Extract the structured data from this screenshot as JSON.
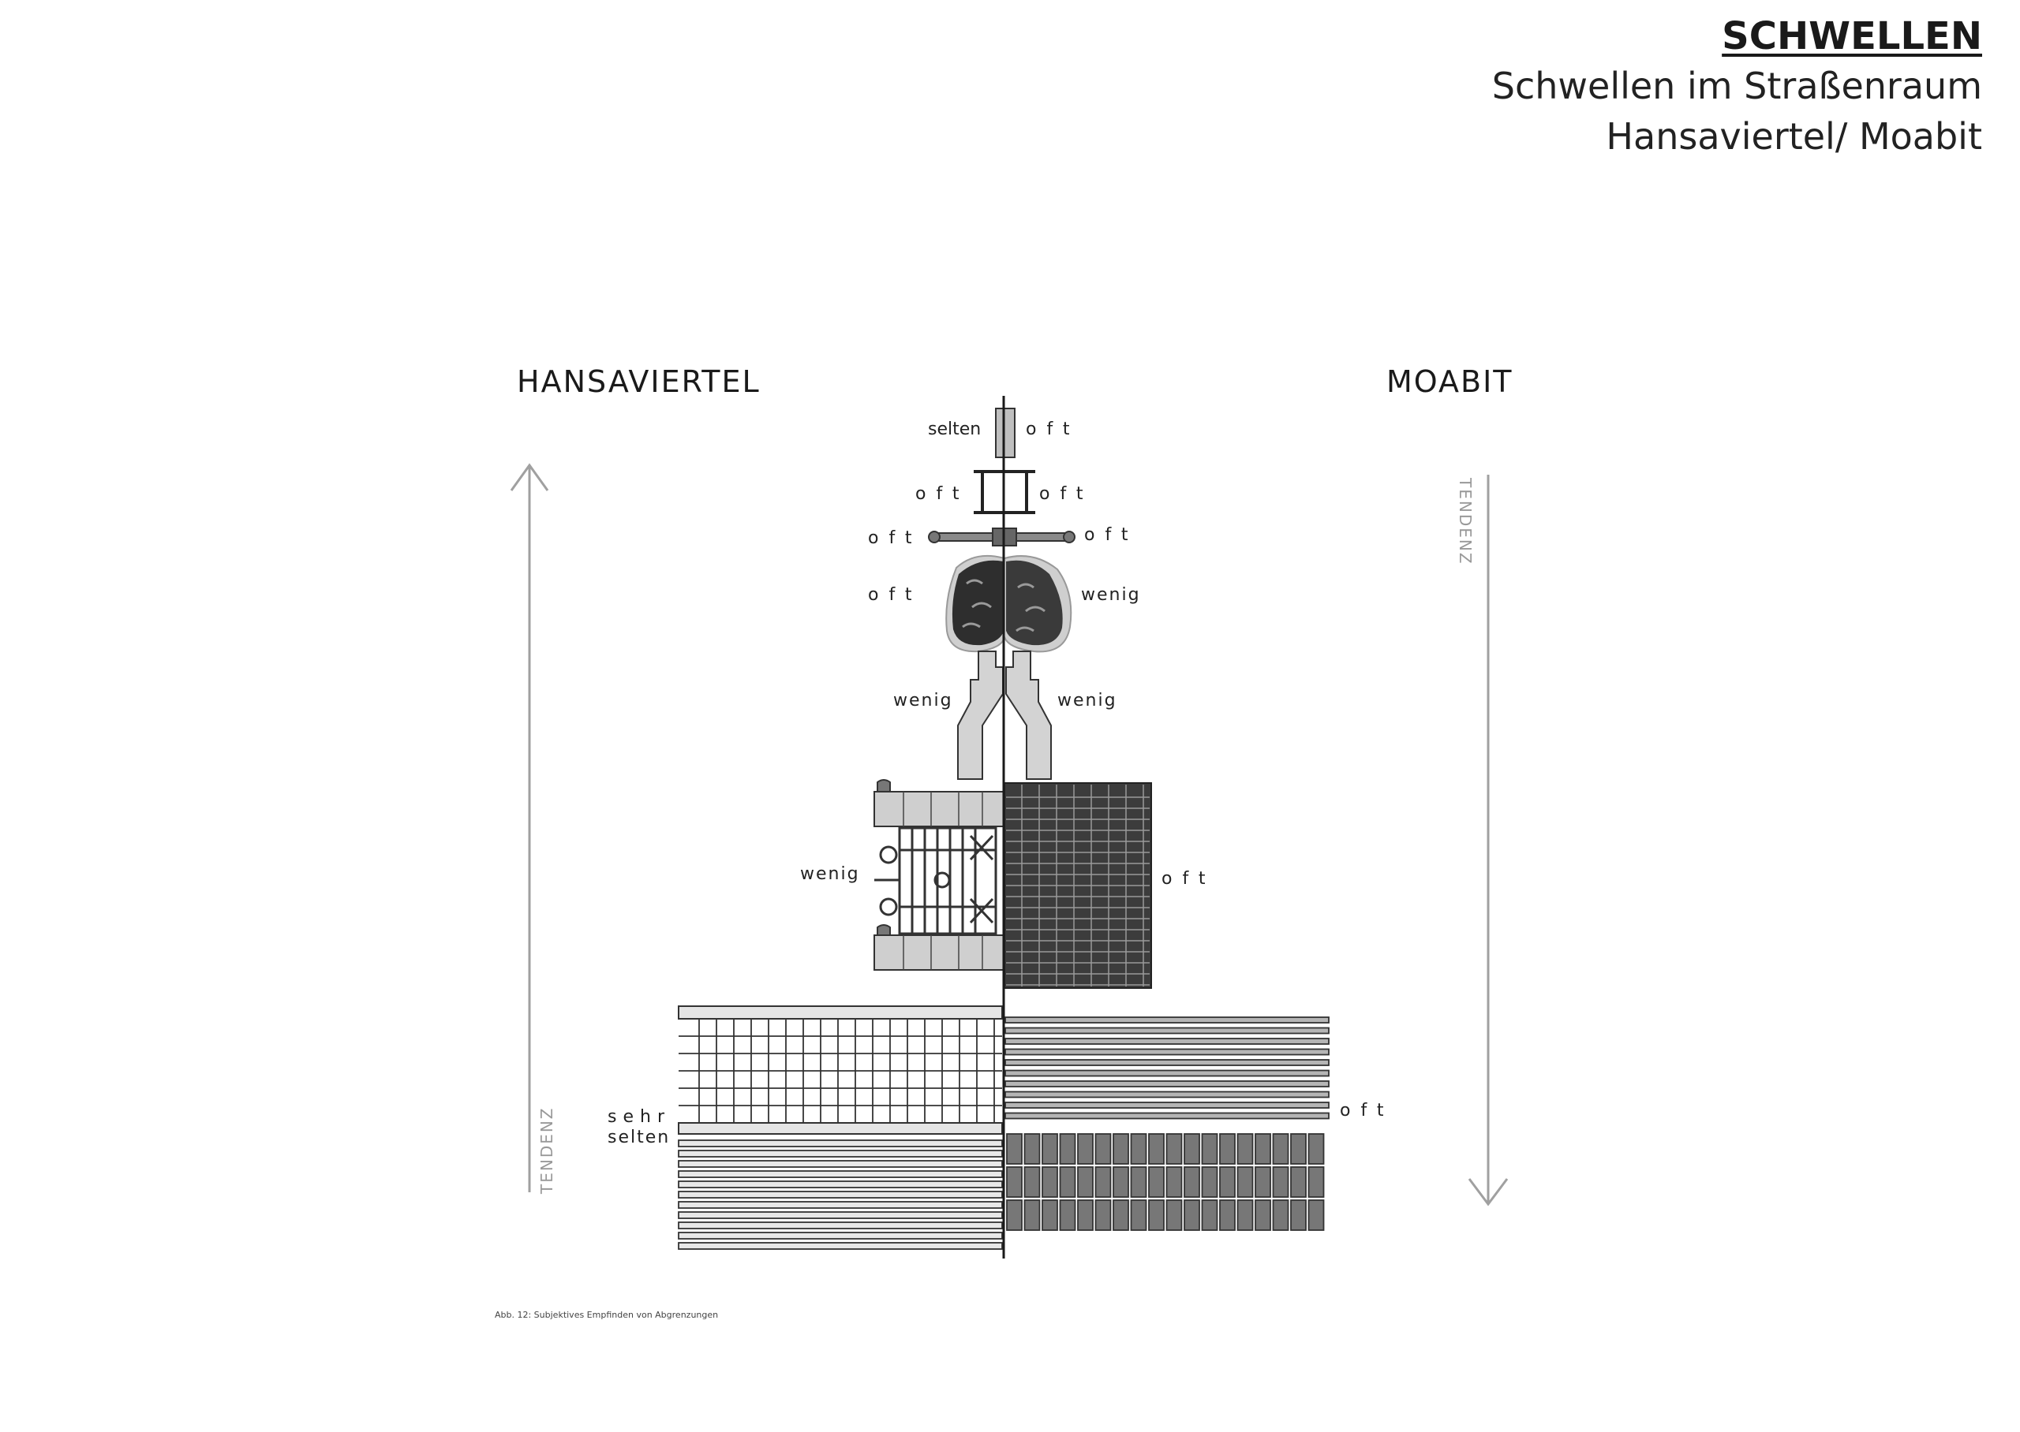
{
  "header": {
    "title": "SCHWELLEN",
    "subtitle": "Schwellen im Straßenraum",
    "location": "Hansaviertel/ Moabit"
  },
  "sides": {
    "left": "HANSAVIERTEL",
    "right": "MOABIT"
  },
  "axis_label": "TENDENZ",
  "rows": {
    "r1": {
      "left": "selten",
      "right": "oft"
    },
    "r2": {
      "left": "oft",
      "right": "oft"
    },
    "r3": {
      "left": "oft",
      "right": "oft"
    },
    "r4": {
      "left": "oft",
      "right": "wenig"
    },
    "r5": {
      "left": "wenig",
      "right": "wenig"
    },
    "r6": {
      "left": "wenig",
      "right": "oft"
    },
    "r7": {
      "left_1": "sehr",
      "left_2": "selten",
      "right": "oft"
    }
  },
  "caption": "Abb. 12: Subjektives Empfinden von Abgrenzungen",
  "colors": {
    "ink": "#1a1a1a",
    "fill": "#d3d3d3",
    "dark_fill": "#555555",
    "arrow": "#999999"
  }
}
